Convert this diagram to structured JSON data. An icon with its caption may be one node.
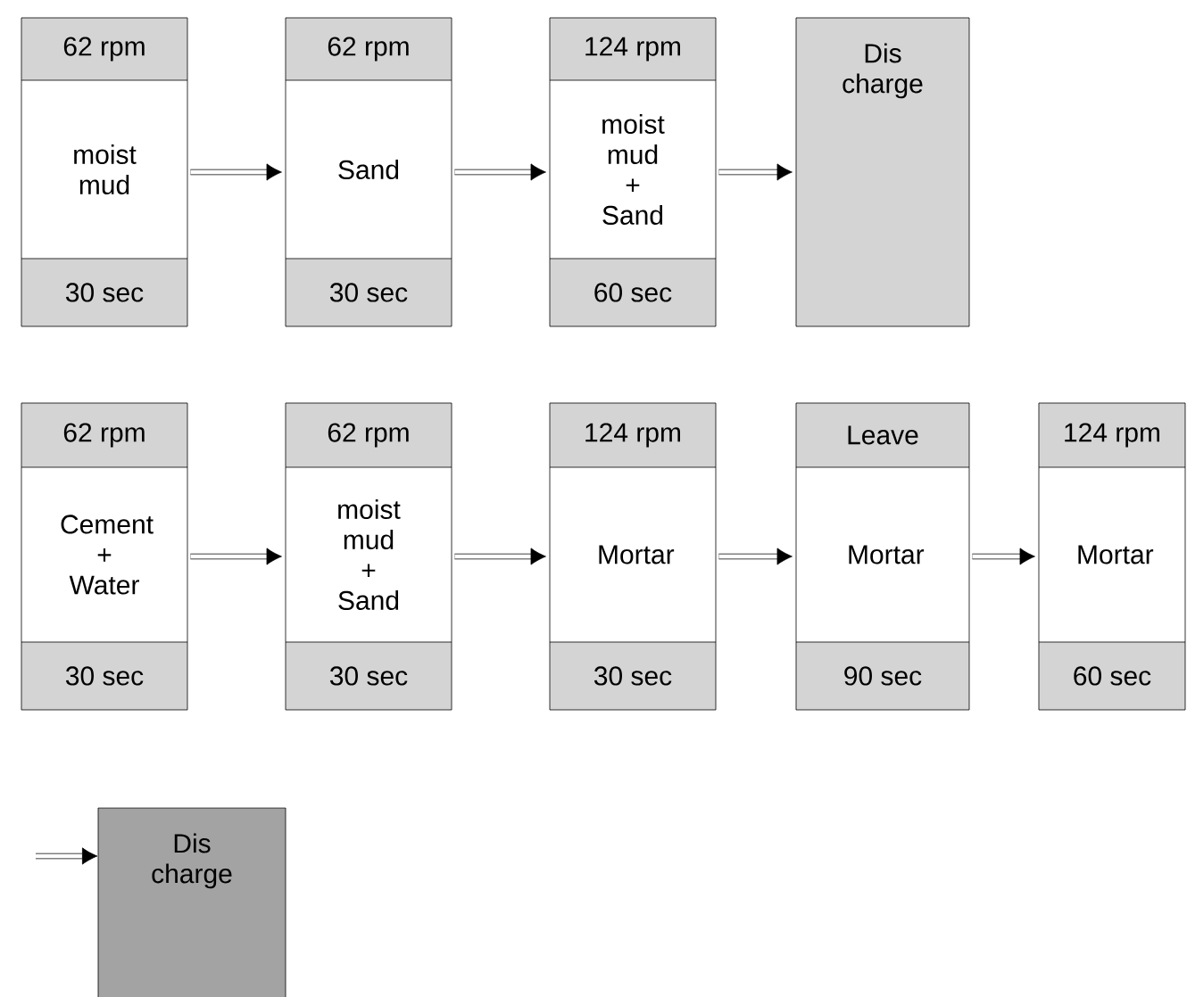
{
  "diagram": {
    "nodes": [
      {
        "text": [
          "62 rpm",
          "moist mud",
          "30 sec"
        ]
      },
      {
        "text": [
          "62 rpm",
          "Sand",
          "30 sec"
        ]
      },
      {
        "text": [
          "124 rpm",
          "moist mud + Sand",
          "60 sec"
        ]
      },
      {
        "text": [
          "Dis charge"
        ]
      },
      {
        "text": [
          "62 rpm",
          "Cement + Water",
          "30 sec"
        ]
      },
      {
        "text": [
          "62 rpm",
          "moist mud + Sand",
          "30 sec"
        ]
      },
      {
        "text": [
          "124 rpm",
          "Mortar",
          "30 sec"
        ]
      },
      {
        "text": [
          "Leave",
          "Mortar",
          "90 sec"
        ]
      },
      {
        "text": [
          "124 rpm",
          "Mortar",
          "60 sec"
        ]
      },
      {
        "text": [
          "Dis charge"
        ]
      }
    ],
    "edges": [
      {
        "from": 0,
        "to": 1,
        "arrow": "to"
      },
      {
        "from": 1,
        "to": 2,
        "arrow": "to"
      },
      {
        "from": 2,
        "to": 3,
        "arrow": "to"
      },
      {
        "from": 4,
        "to": 5,
        "arrow": "to"
      },
      {
        "from": 5,
        "to": 6,
        "arrow": "to"
      },
      {
        "from": 6,
        "to": 7,
        "arrow": "to"
      },
      {
        "from": 7,
        "to": 8,
        "arrow": "to"
      },
      {
        "from": null,
        "to": 9,
        "arrow": "to"
      }
    ]
  }
}
